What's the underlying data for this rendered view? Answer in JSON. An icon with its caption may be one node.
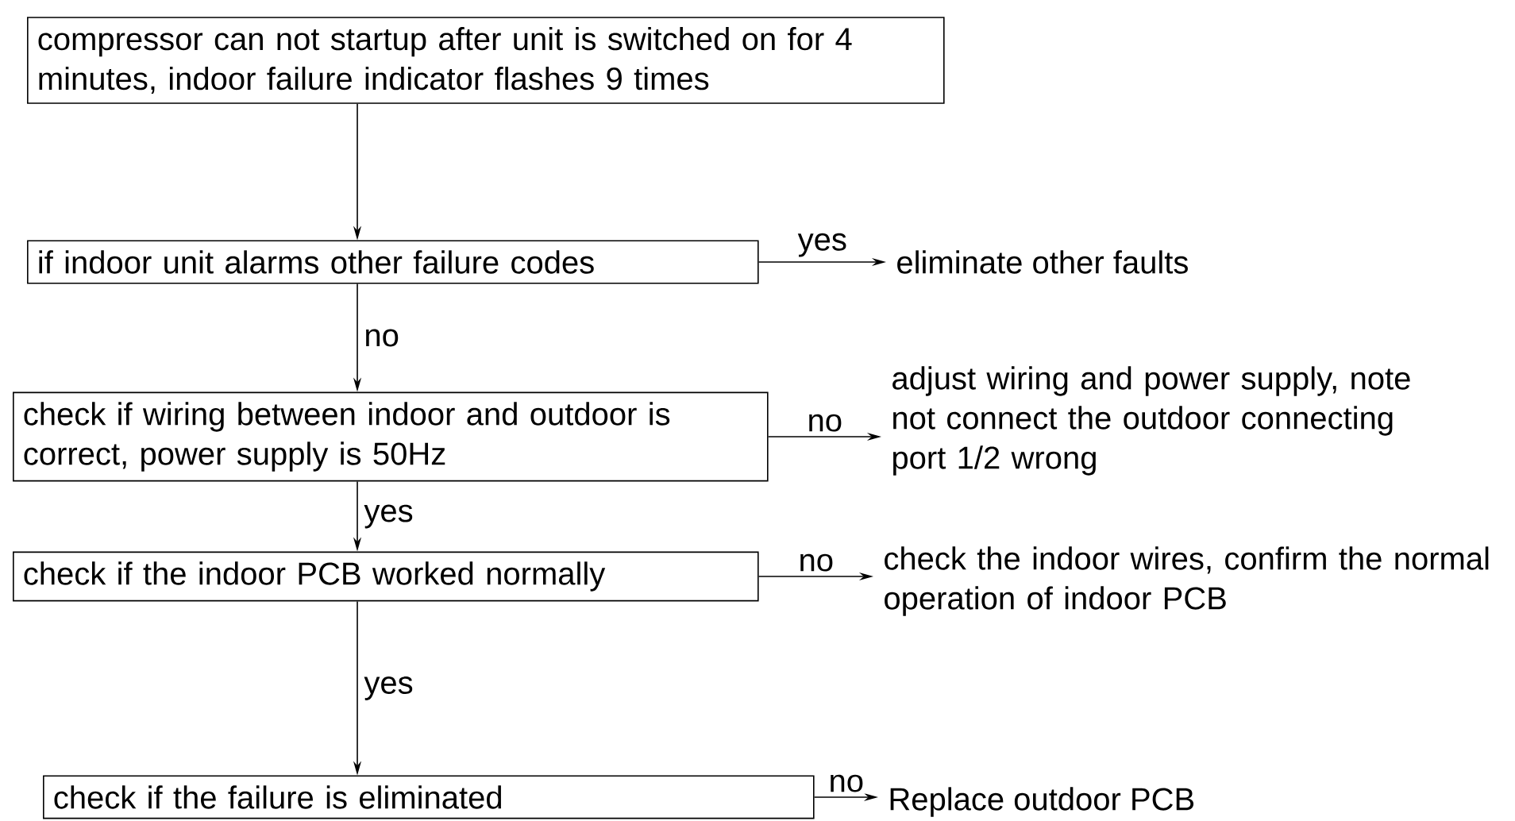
{
  "diagram": {
    "nodes": [
      {
        "text": [
          "compressor can not startup after unit is switched on for 4 minutes, indoor failure indicator flashes 9 times"
        ]
      },
      {
        "text": [
          "if indoor unit alarms other failure codes"
        ]
      },
      {
        "text": [
          "eliminate other faults"
        ]
      },
      {
        "text": [
          "check if wiring between indoor and outdoor is correct, power supply is 50Hz"
        ]
      },
      {
        "text": [
          "adjust wiring and power supply, note not connect the outdoor connecting port 1/2 wrong"
        ]
      },
      {
        "text": [
          "check if the indoor PCB worked normally"
        ]
      },
      {
        "text": [
          "check the indoor wires, confirm the normal operation of indoor PCB"
        ]
      },
      {
        "text": [
          "check if the failure is eliminated"
        ]
      },
      {
        "text": [
          "Replace outdoor PCB"
        ]
      }
    ],
    "edges": [
      {
        "from": 0,
        "to": 1,
        "arrow": "to"
      },
      {
        "from": 1,
        "to": 2,
        "arrow": "to",
        "label": "yes"
      },
      {
        "from": 1,
        "to": 3,
        "arrow": "to",
        "label": "no"
      },
      {
        "from": 3,
        "to": 4,
        "arrow": "to",
        "label": "no"
      },
      {
        "from": 3,
        "to": 5,
        "arrow": "to",
        "label": "yes"
      },
      {
        "from": 5,
        "to": 6,
        "arrow": "to",
        "label": "no"
      },
      {
        "from": 5,
        "to": 7,
        "arrow": "to",
        "label": "yes"
      },
      {
        "from": 7,
        "to": 8,
        "arrow": "to",
        "label": "no"
      }
    ]
  }
}
